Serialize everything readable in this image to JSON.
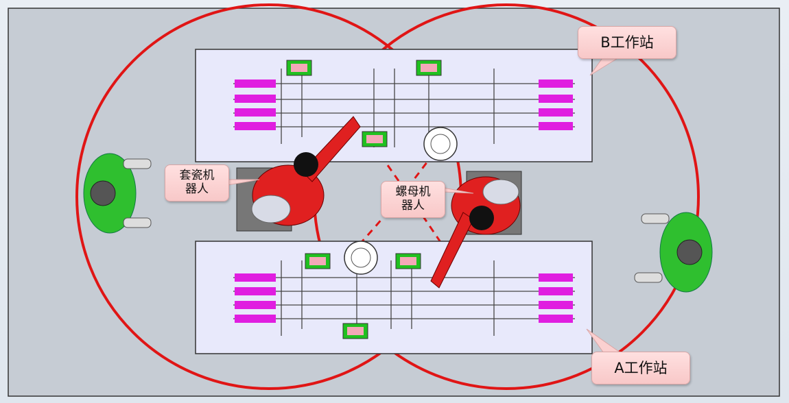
{
  "callouts": {
    "station_b": "B工作站",
    "station_a": "A工作站",
    "porcelain_robot": "套瓷机\n器人",
    "nut_robot": "螺母机\n器人"
  },
  "colors": {
    "background": "#c6ccd4",
    "cell_outline": "#333333",
    "boundary": "#e01515",
    "station_panel": "#e8e9fb",
    "robot_red": "#e02020",
    "operator_green": "#2fbf2f",
    "magenta_parts": "#e01ee0",
    "fixture_green": "#20c020",
    "fixture_pink": "#f4a8b8",
    "callout_fill": "#fbd0d0"
  },
  "icons": {
    "robot": "industrial-robot-arm-icon",
    "operator": "operator-topview-icon",
    "turntable": "turntable-icon"
  }
}
